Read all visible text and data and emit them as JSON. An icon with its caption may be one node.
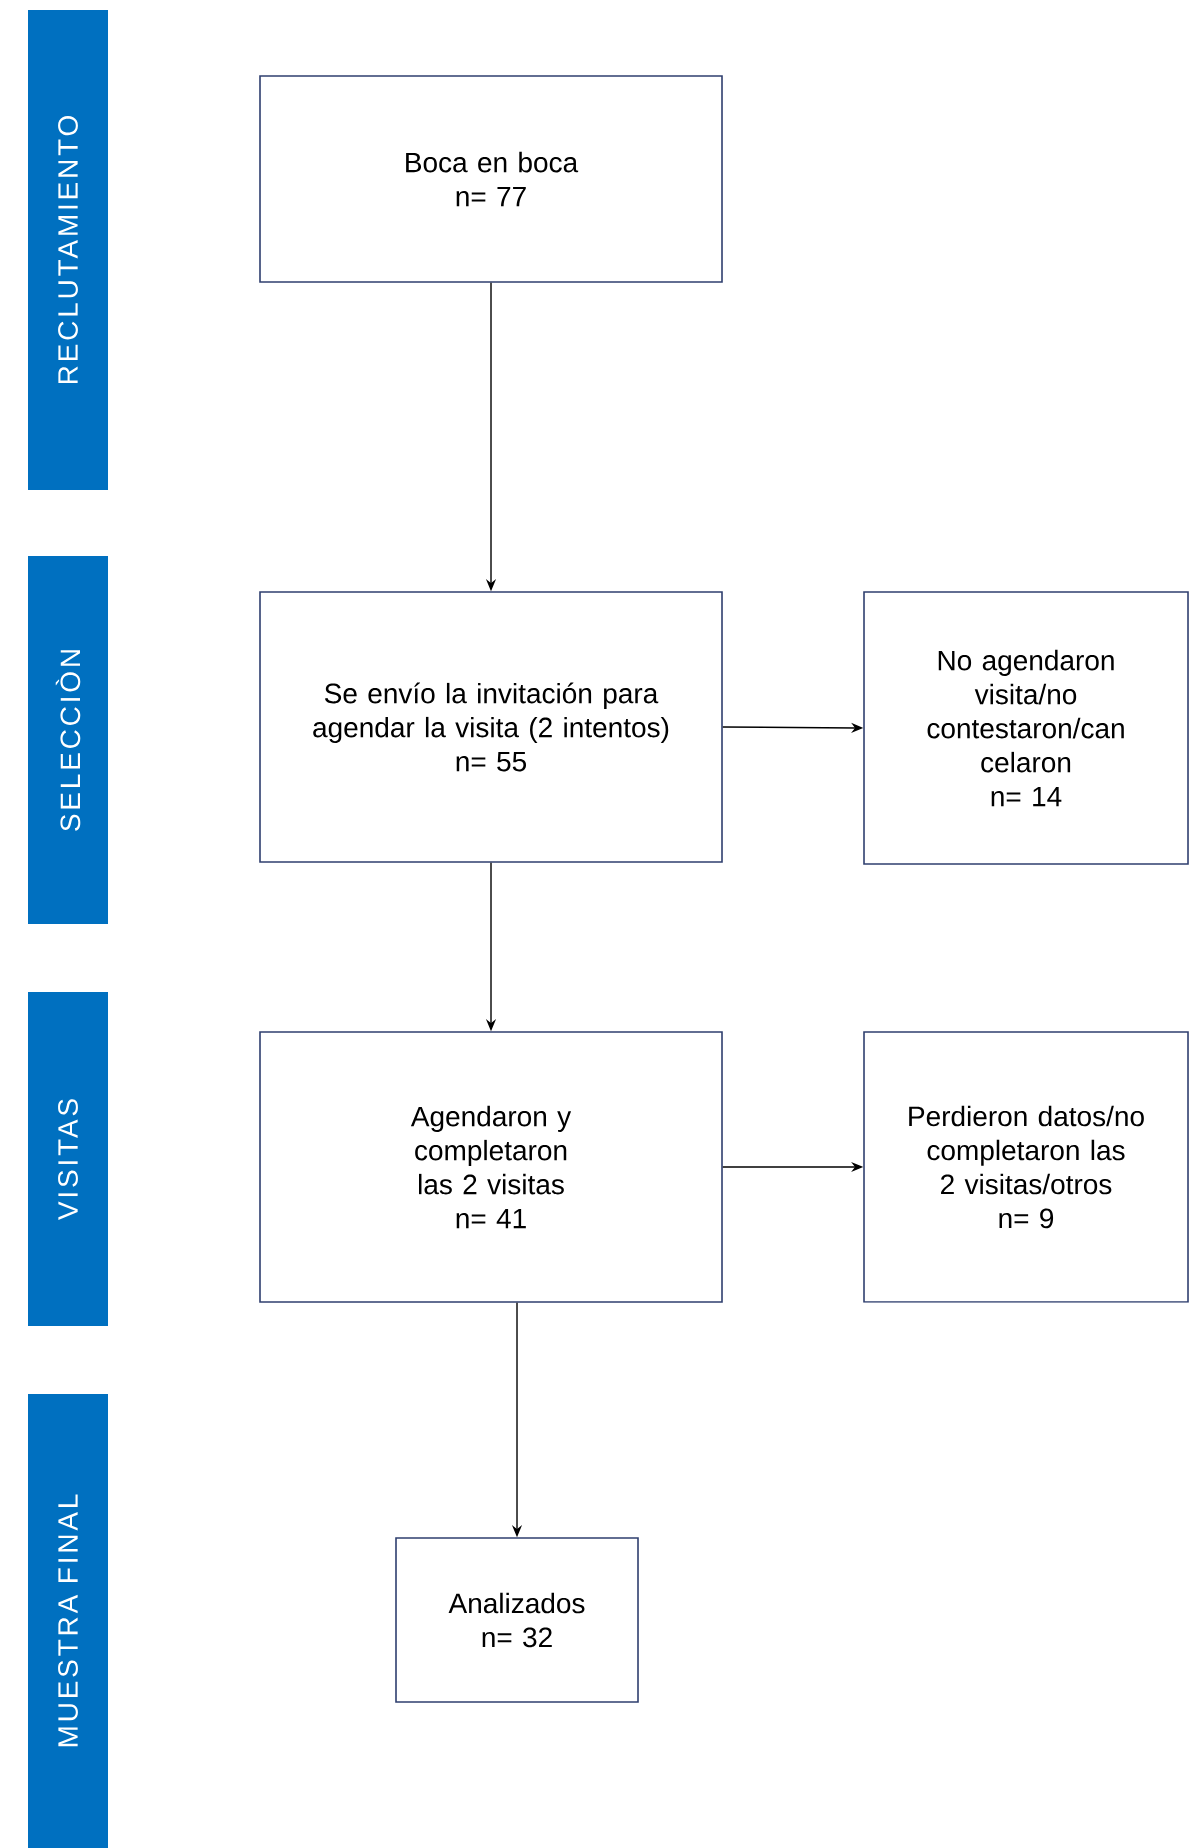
{
  "diagram": {
    "nodes": [
      {
        "text": [
          "RECLUTAMIENTO"
        ]
      },
      {
        "text": [
          "Boca en boca",
          "n= 77"
        ]
      },
      {
        "text": [
          "SELECCIÒN"
        ]
      },
      {
        "text": [
          "Se envío la invitación para agendar la visita (2 intentos)",
          "n= 55"
        ]
      },
      {
        "text": [
          "No agendaron visita/no contestaron/can celaron",
          "n= 14"
        ]
      },
      {
        "text": [
          "VISITAS"
        ]
      },
      {
        "text": [
          "Agendaron y completaron las 2 visitas",
          "n= 41"
        ]
      },
      {
        "text": [
          "Perdieron datos/no completaron las 2 visitas/otros",
          "n= 9"
        ]
      },
      {
        "text": [
          "MUESTRA FINAL"
        ]
      },
      {
        "text": [
          "Analizados",
          "n= 32"
        ]
      }
    ],
    "edges": [
      {
        "from": 1,
        "to": 3,
        "arrow": "to"
      },
      {
        "from": 3,
        "to": 4,
        "arrow": "to"
      },
      {
        "from": 3,
        "to": 6,
        "arrow": "to"
      },
      {
        "from": 6,
        "to": 7,
        "arrow": "to"
      },
      {
        "from": 6,
        "to": 9,
        "arrow": "to"
      }
    ]
  }
}
